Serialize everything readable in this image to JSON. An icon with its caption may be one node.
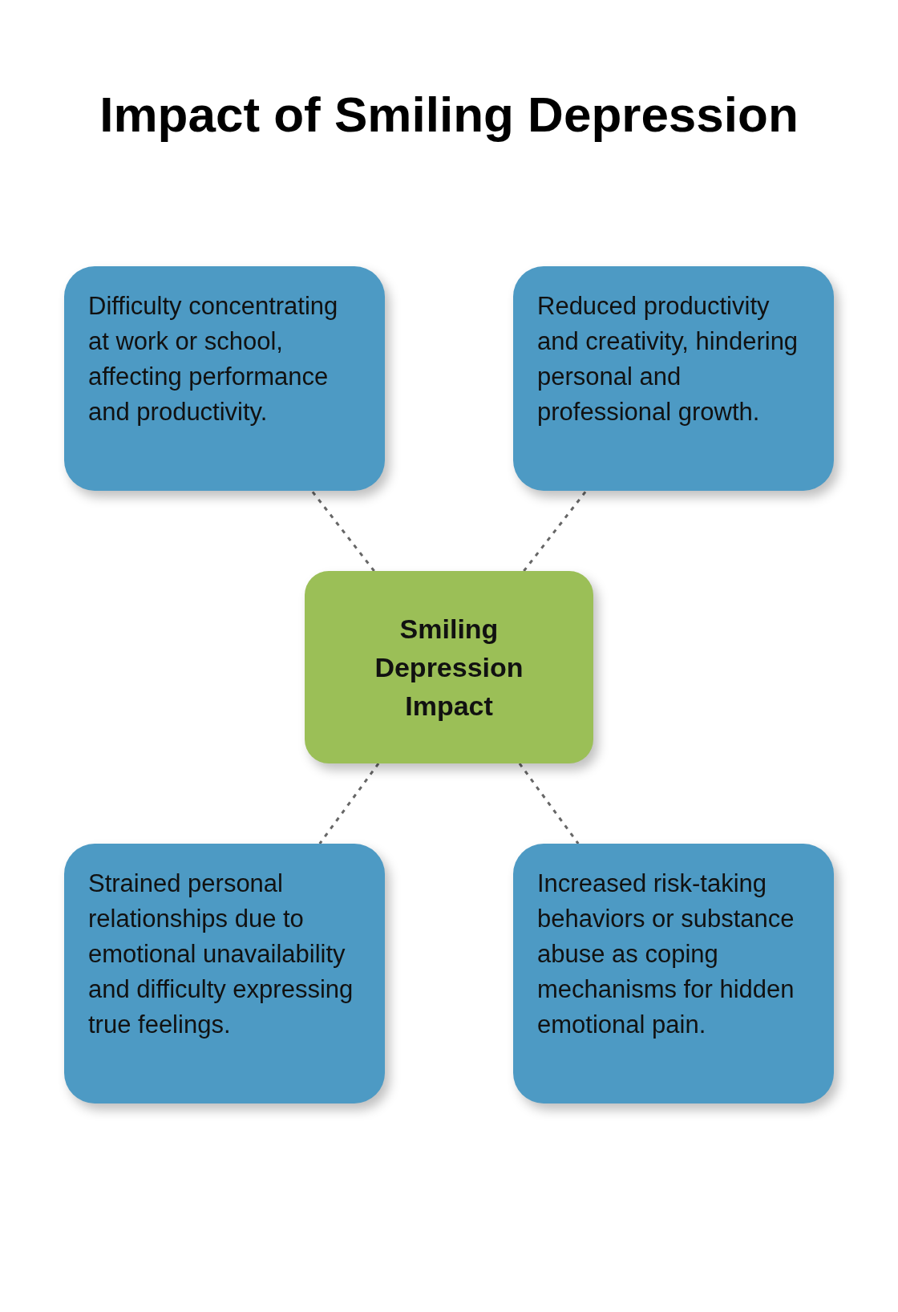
{
  "diagram": {
    "title": "Impact of Smiling Depression",
    "nodes": [
      {
        "text": [
          "Difficulty concentrating at work or school, affecting performance and productivity."
        ]
      },
      {
        "text": [
          "Reduced productivity and creativity, hindering personal and professional growth."
        ]
      },
      {
        "text": [
          "Smiling Depression Impact"
        ]
      },
      {
        "text": [
          "Strained personal relationships due to emotional unavailability and difficulty expressing true feelings."
        ]
      },
      {
        "text": [
          "Increased risk-taking behaviors or substance abuse as coping mechanisms for hidden emotional pain."
        ]
      }
    ],
    "edges": [
      {
        "from": 2,
        "to": 0,
        "arrow": "none",
        "style": "dashed"
      },
      {
        "from": 2,
        "to": 1,
        "arrow": "none",
        "style": "dashed"
      },
      {
        "from": 2,
        "to": 3,
        "arrow": "none",
        "style": "dashed"
      },
      {
        "from": 2,
        "to": 4,
        "arrow": "none",
        "style": "dashed"
      }
    ]
  }
}
